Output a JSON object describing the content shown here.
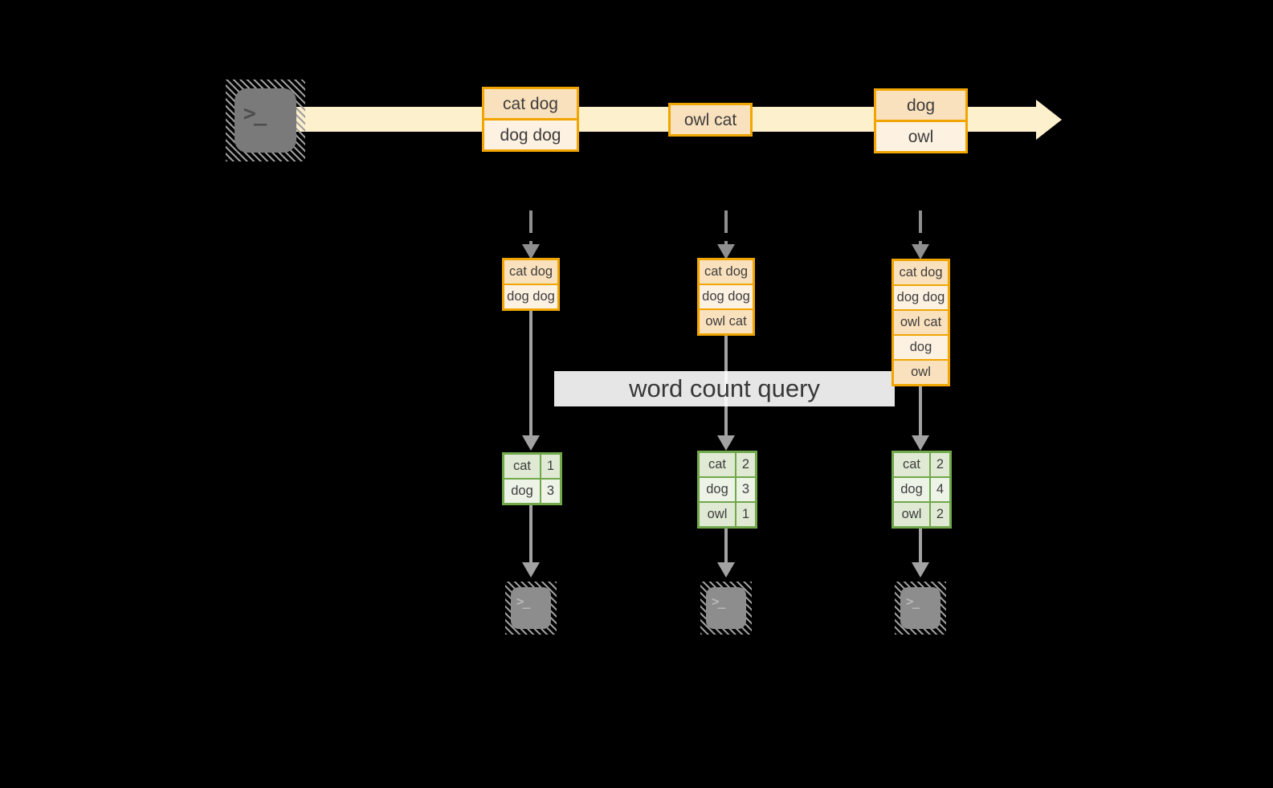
{
  "diagram": {
    "query_label": "word count query",
    "terminal_glyph": ">_",
    "timeline_batches": [
      {
        "rows": [
          "cat dog",
          "dog dog"
        ]
      },
      {
        "rows": [
          "owl cat"
        ]
      },
      {
        "rows": [
          "dog",
          "owl"
        ]
      }
    ],
    "columns": [
      {
        "buffer_rows": [
          "cat dog",
          "dog dog"
        ],
        "result": [
          {
            "word": "cat",
            "count": "1"
          },
          {
            "word": "dog",
            "count": "3"
          }
        ]
      },
      {
        "buffer_rows": [
          "cat dog",
          "dog dog",
          "owl cat"
        ],
        "result": [
          {
            "word": "cat",
            "count": "2"
          },
          {
            "word": "dog",
            "count": "3"
          },
          {
            "word": "owl",
            "count": "1"
          }
        ]
      },
      {
        "buffer_rows": [
          "cat dog",
          "dog dog",
          "owl cat",
          "dog",
          "owl"
        ],
        "result": [
          {
            "word": "cat",
            "count": "2"
          },
          {
            "word": "dog",
            "count": "4"
          },
          {
            "word": "owl",
            "count": "2"
          }
        ]
      }
    ]
  },
  "colors": {
    "background": "#000000",
    "stream_band": "#fdf0cc",
    "record_border": "#f0a500",
    "record_fill_dark": "#fae1bd",
    "record_fill_light": "#fdf1e1",
    "table_border": "#70a84b",
    "table_fill_dark": "#dfe9d3",
    "table_fill_light": "#eef3e8",
    "arrow_gray": "#a2a2a2",
    "text": "#3d3d3d"
  }
}
